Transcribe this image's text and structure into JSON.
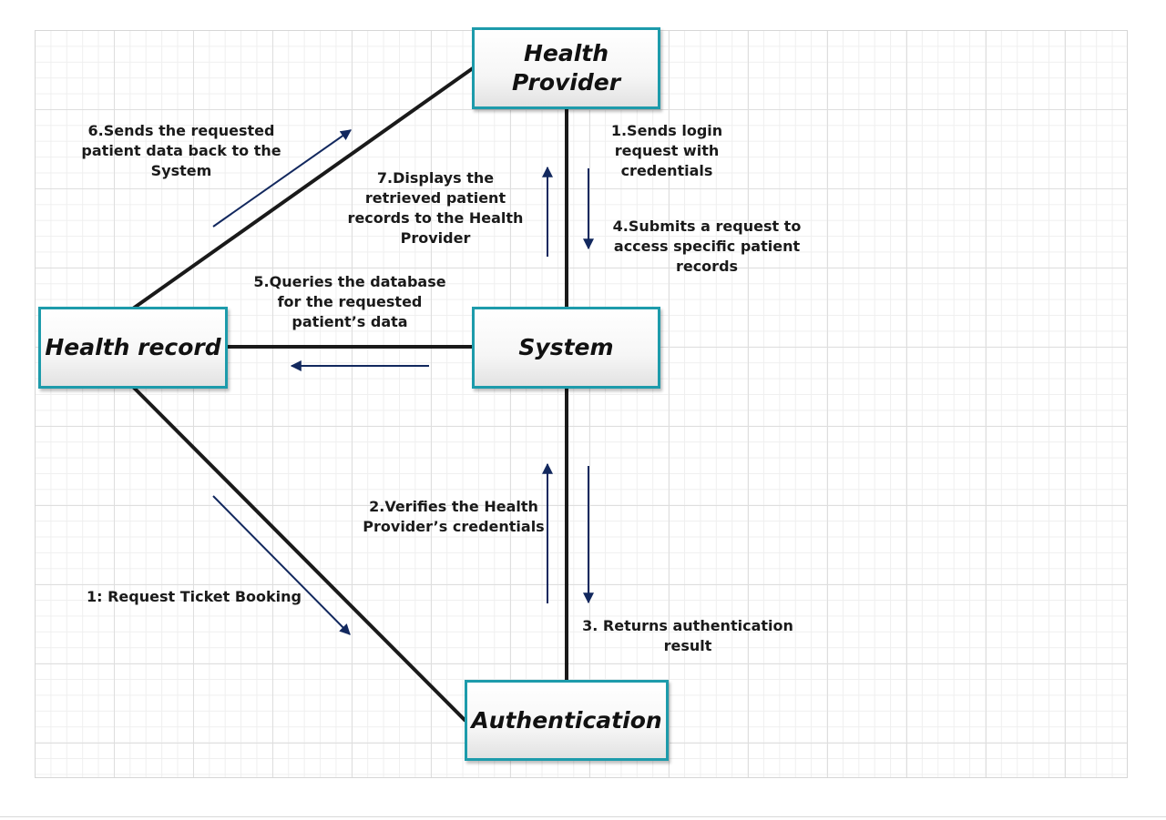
{
  "nodes": {
    "health_provider": "Health\nProvider",
    "system": "System",
    "health_record": "Health record",
    "authentication": "Authentication"
  },
  "messages": {
    "m1": "1.Sends login\nrequest with\ncredentials",
    "m2": "2.Verifies the Health\nProvider’s credentials",
    "m3": "3. Returns authentication\nresult",
    "m4": "4.Submits a request to\naccess specific patient\nrecords",
    "m5": "5.Queries the database\nfor the requested\npatient’s data",
    "m6": "6.Sends the requested\npatient data back to the\nSystem",
    "m7": "7.Displays the\nretrieved patient\nrecords to the Health\nProvider",
    "m_ticket": "1: Request Ticket Booking"
  },
  "colors": {
    "node_border": "#1d9bab",
    "link_line": "#1a1a1a",
    "message_arrow": "#12285e"
  }
}
